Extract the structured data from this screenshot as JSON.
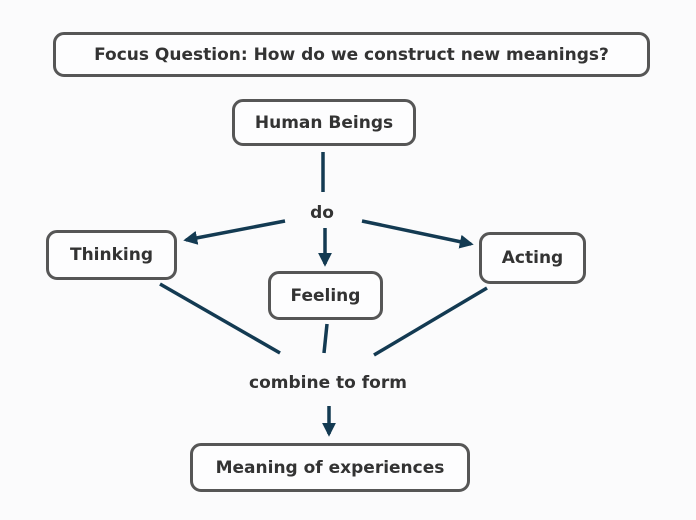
{
  "diagram": {
    "title": "concept-map",
    "focus_question": "Focus Question: How do we construct new meanings?",
    "nodes": {
      "human_beings": "Human Beings",
      "thinking": "Thinking",
      "feeling": "Feeling",
      "acting": "Acting",
      "meaning": "Meaning of experiences"
    },
    "link_labels": {
      "do": "do",
      "combine": "combine to form"
    },
    "edges": [
      {
        "from": "human_beings",
        "to": "do",
        "arrow": false
      },
      {
        "from": "do",
        "to": "thinking",
        "arrow": true
      },
      {
        "from": "do",
        "to": "feeling",
        "arrow": true
      },
      {
        "from": "do",
        "to": "acting",
        "arrow": true
      },
      {
        "from": "thinking",
        "to": "combine to form",
        "arrow": false
      },
      {
        "from": "feeling",
        "to": "combine to form",
        "arrow": false
      },
      {
        "from": "acting",
        "to": "combine to form",
        "arrow": false
      },
      {
        "from": "combine to form",
        "to": "meaning",
        "arrow": true
      }
    ],
    "colors": {
      "connector": "#133a52",
      "node_border": "#565656",
      "node_fill": "#fdfdfe",
      "text": "#333333",
      "background": "#fbfbfc"
    }
  }
}
